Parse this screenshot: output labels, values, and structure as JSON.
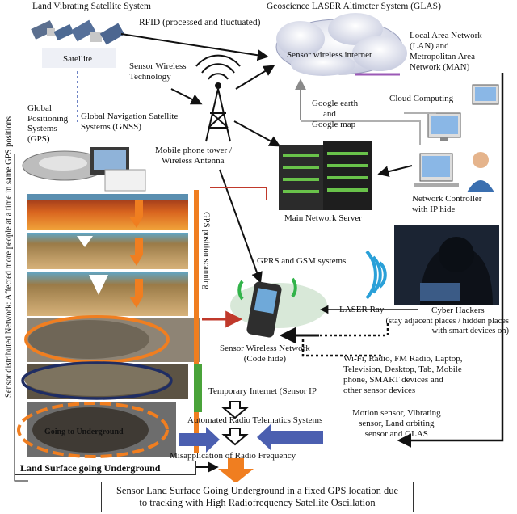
{
  "title_left": "Land Vibrating Satellite System",
  "title_right": "Geoscience LASER Altimeter System (GLAS)",
  "satellite": "Satellite",
  "rfid": "RFID (processed and fluctuated)",
  "cloud_label": "Sensor wireless internet",
  "lan_man": [
    "Local Area Network",
    "(LAN) and",
    "Metropolitan Area",
    "Network (MAN)"
  ],
  "sensor_wireless_tech": [
    "Sensor Wireless",
    "Technology"
  ],
  "gps_label": [
    "Global",
    "Positioning",
    "Systems",
    "(GPS)"
  ],
  "gnss_label": [
    "Global Navigation Satellite",
    "Systems (GNSS)"
  ],
  "google": [
    "Google earth",
    "and",
    "Google map"
  ],
  "cloud_computing": "Cloud Computing",
  "tower_label": [
    "Mobile phone tower /",
    "Wireless Antenna"
  ],
  "network_controller": [
    "Network Controller",
    "with IP hide"
  ],
  "main_server": "Main Network Server",
  "side_label": "Sensor distributed Network: Affected more people at a time in same GPS positions",
  "gps_scanning": "GPS position scanning",
  "gprs": "GPRS and GSM systems",
  "laser_ray": "LASER Ray",
  "cyber_hackers": [
    "Cyber Hackers",
    "(stay adjacent places / hidden places",
    "with smart devices on)"
  ],
  "sensor_network": [
    "Sensor Wireless Network",
    "(Code hide)"
  ],
  "devices": [
    "Wi-Fi, Radio, FM Radio, Laptop,",
    "Television, Desktop, Tab, Mobile",
    "phone, SMART devices and",
    "other sensor devices"
  ],
  "temp_internet": "Temporary Internet (Sensor IP",
  "automated_radio": "Automated Radio Telematics Systems",
  "motion_sensor": [
    "Motion sensor, Vibrating",
    "sensor, Land orbiting",
    "sensor and GLAS"
  ],
  "misapplication": "Misapplication of Radio Frequency",
  "going_underground_img": "Going to Underground",
  "land_surface": "Land Surface going Underground",
  "bottom": [
    "Sensor Land Surface Going Underground in a fixed GPS location due",
    "to tracking with High Radiofrequency Satellite Oscillation"
  ]
}
